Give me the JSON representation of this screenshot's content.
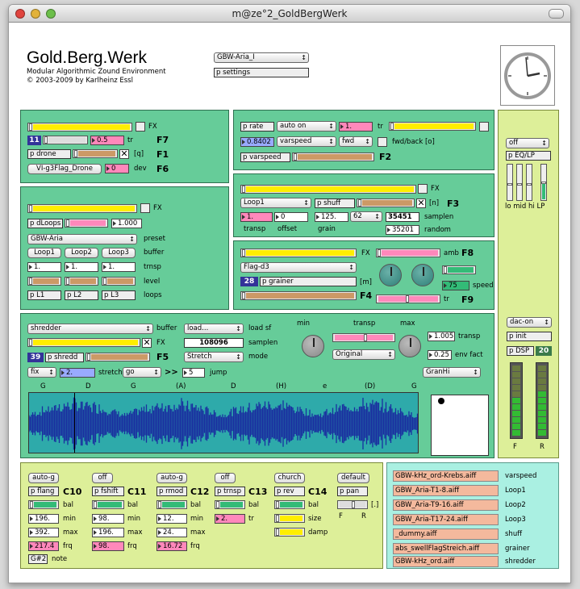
{
  "window_title": "m@ze°2_GoldBergWerk",
  "header": {
    "title": "Gold.Berg.Werk",
    "subtitle": "Modular Algorithmic Zound Environment",
    "copyright": "© 2003-2009 by Karlheinz Essl",
    "preset_menu": "GBW-Aria_I",
    "settings_box": "p settings"
  },
  "drone_panel": {
    "fx": "FX",
    "num_blue": "11",
    "num_pink": "0.5",
    "tr": "tr",
    "f7": "F7",
    "p_drone": "p drone",
    "q": "[q]",
    "f1": "F1",
    "drone_file": "VI-g3Flag_Drone",
    "dev_value": "0",
    "dev": "dev",
    "f6": "F6"
  },
  "rate_panel": {
    "p_rate": "p rate",
    "mode_menu": "auto on",
    "rate_value": "1.",
    "tr": "tr",
    "varspeed_value": "0.8402",
    "varspeed_menu": "varspeed",
    "dir_menu": "fwd",
    "fwd_back": "fwd/back [o]",
    "p_varspeed": "p varspeed",
    "f2": "F2"
  },
  "loops_panel": {
    "fx": "FX",
    "p_dloops": "p dLoops",
    "value": "1.000",
    "preset_menu": "GBW-Aria",
    "preset": "preset",
    "buffer": "buffer",
    "loop_buttons": [
      "Loop1",
      "Loop2",
      "Loop3"
    ],
    "trnsp_values": [
      "1.",
      "1.",
      "1."
    ],
    "trnsp": "trnsp",
    "level": "level",
    "loop_boxes": [
      "p L1",
      "p L2",
      "p L3"
    ],
    "loops": "loops"
  },
  "shuff_panel": {
    "fx": "FX",
    "loop_menu": "Loop1",
    "p_shuff": "p shuff",
    "n": "[n]",
    "f3": "F3",
    "transp_value": "1.",
    "offset_value": "0",
    "grain_value": "125.",
    "grain2_value": "62",
    "samplen_value": "35451",
    "random_value": "35201",
    "transp": "transp",
    "offset": "offset",
    "grain": "grain",
    "samplen": "samplen",
    "random": "random"
  },
  "grainer_panel": {
    "fx": "FX",
    "amb": "amb",
    "f8": "F8",
    "file_menu": "Flag-d3",
    "num_dark": "28",
    "p_grainer": "p grainer",
    "m": "[m]",
    "speed_value": "75",
    "speed": "speed",
    "f4": "F4",
    "tr": "tr",
    "f9": "F9"
  },
  "shredder_panel": {
    "buffer_menu": "shredder",
    "buffer": "buffer",
    "load_menu": "load...",
    "load_sf": "load sf",
    "fx": "FX",
    "samplen_value": "108096",
    "samplen": "samplen",
    "num_dark": "39",
    "p_shredd": "p shredd",
    "f5": "F5",
    "mode_menu": "Stretch",
    "mode": "mode",
    "min": "min",
    "transp": "transp",
    "max": "max",
    "transp_menu": "Original",
    "transp_value": "1.005",
    "transp_label": "transp",
    "env_value": "0.25",
    "env_fact": "env fact",
    "fix_menu": "fix",
    "stretch_value": "2.",
    "stretch": "stretch",
    "go_menu": "go",
    "arrows": ">>",
    "jump_value": "5",
    "jump": "jump",
    "granhi_menu": "GranHi",
    "markers": [
      "G",
      "D",
      "G",
      "(A)",
      "D",
      "(H)",
      "e",
      "(D)",
      "G"
    ]
  },
  "right_column": {
    "off_menu": "off",
    "p_eq": "p EQ/LP",
    "eq_label": "lo mid hi  LP",
    "eq_levels": [
      0.4,
      0.4,
      0.4,
      0.45
    ],
    "dac_menu": "dac-on",
    "p_init": "p init",
    "p_dsp": "p DSP",
    "dsp_value": "20",
    "meter_left": "F",
    "meter_right": "R",
    "meter_levels": [
      0.55,
      0.6
    ]
  },
  "effects_panel": {
    "bal": "bal",
    "min": "min",
    "max": "max",
    "frq": "frq",
    "note": "note",
    "tr": "tr",
    "size": "size",
    "damp": "damp",
    "c10": {
      "mode": "auto-g",
      "box": "p flang",
      "tag": "C10",
      "min": "196.",
      "max": "392.",
      "frq": "217.4",
      "note": "G#2"
    },
    "c11": {
      "mode": "off",
      "box": "p fshift",
      "tag": "C11",
      "min": "98.",
      "max": "196.",
      "frq": "98."
    },
    "c12": {
      "mode": "auto-g",
      "box": "p rmod",
      "tag": "C12",
      "min": "12.",
      "max": "24.",
      "frq": "16.72"
    },
    "c13": {
      "mode": "off",
      "box": "p trnsp",
      "tag": "C13",
      "value": "2."
    },
    "c14": {
      "mode": "church",
      "box": "p rev",
      "tag": "C14"
    },
    "pan": {
      "mode": "default",
      "box": "p pan",
      "bracket": "[.]",
      "f": "F",
      "r": "R"
    }
  },
  "files_panel": {
    "files": [
      {
        "name": "GBW-kHz_ord-Krebs.aiff",
        "label": "varspeed"
      },
      {
        "name": "GBW_Aria-T1-8.aiff",
        "label": "Loop1"
      },
      {
        "name": "GBW_Aria-T9-16.aiff",
        "label": "Loop2"
      },
      {
        "name": "GBW_Aria-T17-24.aiff",
        "label": "Loop3"
      },
      {
        "name": "_dummy.aiff",
        "label": "shuff"
      },
      {
        "name": "abs_swellFlagStreich.aiff",
        "label": "grainer"
      },
      {
        "name": "GBW-kHz_ord.aiff",
        "label": "shredder"
      }
    ]
  },
  "colors": {
    "panel_green": "#66cc99",
    "panel_yellow": "#ddef99",
    "panel_cyan": "#aaf0e2",
    "slider_yellow": "#ffee00",
    "pink": "#ff88bb",
    "waveform": "#1a2fa0"
  }
}
